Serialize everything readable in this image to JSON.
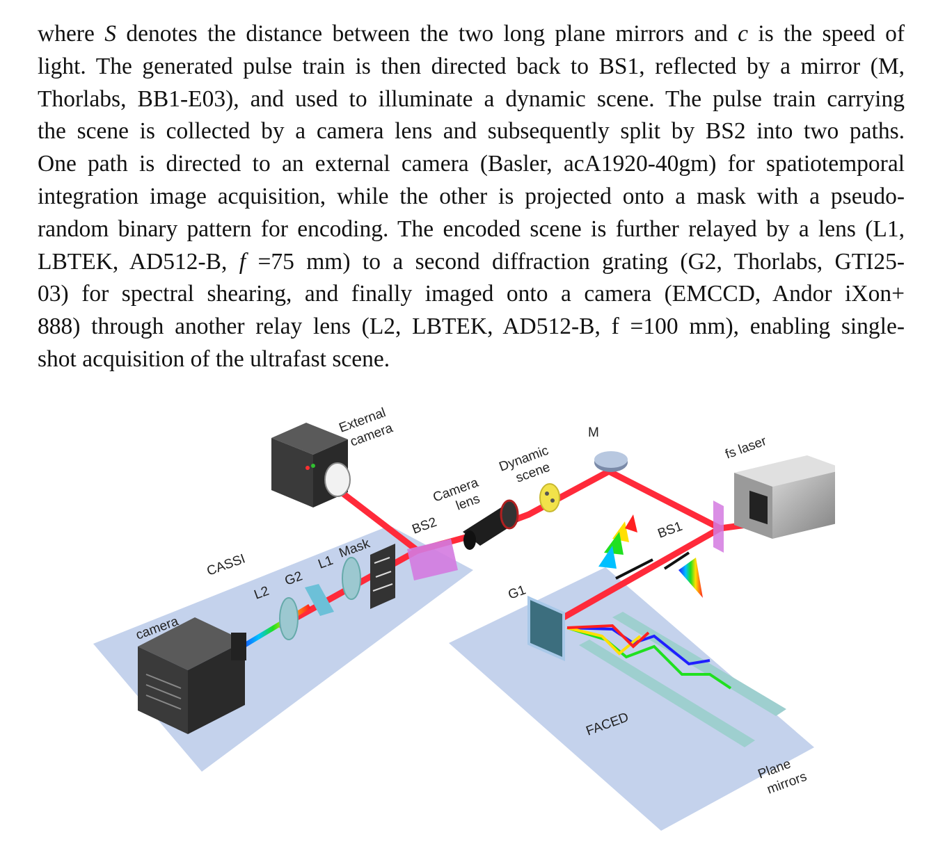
{
  "paragraph": {
    "lines": [
      [
        "where ",
        {
          "i": "S"
        },
        " denotes the distance between the two long plane mirrors and ",
        {
          "i": "c"
        },
        " is the speed of"
      ],
      [
        "light. The generated pulse train is then directed back to BS1, reflected by a mirror (M,"
      ],
      [
        "Thorlabs, BB1-E03), and used to illuminate a dynamic scene. The pulse train carrying"
      ],
      [
        "the scene is collected by a camera lens and subsequently split by BS2 into two paths."
      ],
      [
        "One path is directed to an external camera (Basler, acA1920-40gm) for spatiotemporal"
      ],
      [
        "integration image acquisition, while the other is projected onto a mask with a pseudo-"
      ],
      [
        "random binary pattern for encoding. The encoded scene is further relayed by a lens (L1,"
      ],
      [
        "LBTEK, AD512-B, ",
        {
          "i": "f"
        },
        " =75 mm) to a second diffraction grating (G2, Thorlabs, GTI25-"
      ],
      [
        "03) for spectral shearing, and finally imaged onto a camera (EMCCD, Andor iXon+"
      ],
      [
        "888) through another relay lens (L2, LBTEK, AD512-B, f =100 mm), enabling single-"
      ],
      [
        "shot acquisition of the ultrafast scene."
      ]
    ]
  },
  "figure": {
    "labels": {
      "external_camera": [
        "External",
        "camera"
      ],
      "camera_lens": [
        "Camera",
        "lens"
      ],
      "dynamic_scene": [
        "Dynamic",
        "scene"
      ],
      "mirror": "M",
      "fs_laser": "fs laser",
      "bs2": "BS2",
      "bs1": "BS1",
      "cassi": "CASSI",
      "l2": "L2",
      "g2": "G2",
      "l1": "L1",
      "mask": "Mask",
      "camera": "camera",
      "g1": "G1",
      "faced": "FACED",
      "plane_mirrors": [
        "Plane",
        "mirrors"
      ]
    },
    "colors": {
      "beam": "#ff2a3a",
      "platform": "#c4d2ec",
      "mirror_bar": "#9ecfcf",
      "splitter": "#d47ae0",
      "device_dark": "#3a3a3a",
      "device_grey": "#9a9a9a"
    }
  }
}
